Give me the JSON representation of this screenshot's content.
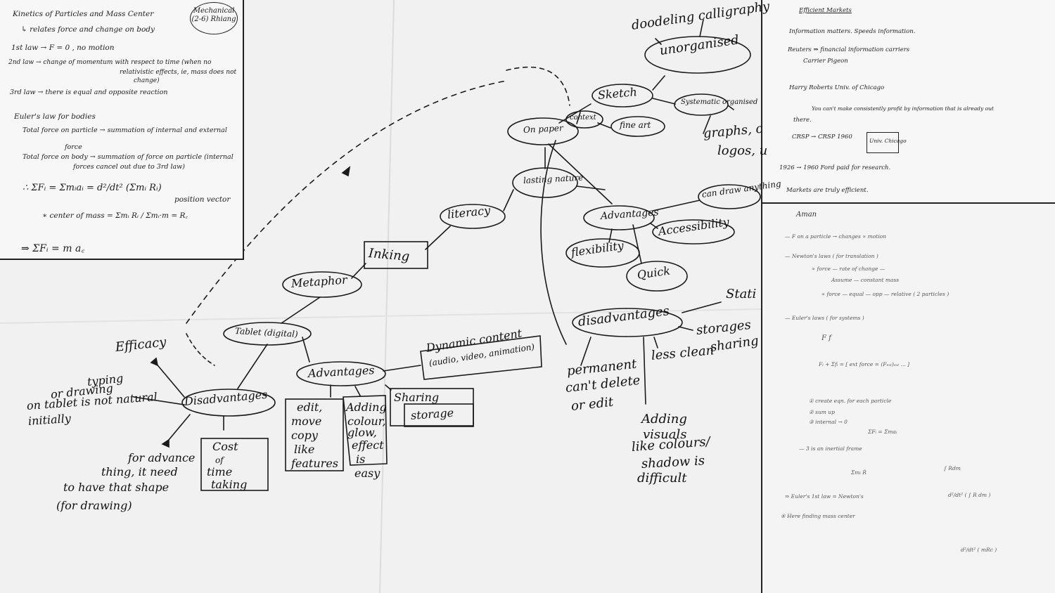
{
  "top_left_note": {
    "badge": "Mechanical (2-6) Rhiang",
    "lines": [
      "Kinetics of Particles and Mass Center",
      "↳ relates force and change on body",
      "1st law → F = 0 , no motion",
      "2nd law → change of momentum with respect to time (when no",
      "relativistic effects, ie, mass does not",
      "change)",
      "3rd law → there is equal and opposite reaction",
      "Euler's law for bodies",
      "Total force on particle → summation of internal and external",
      "force",
      "Total force on body → summation of force on particle (internal",
      "forces cancel out due to 3rd law)",
      "∴ ΣFᵢ = Σmᵢaᵢ = d²/dt² (Σmᵢ Rᵢ)",
      "position vector",
      "∗ center of mass = Σmᵢ Rᵢ / Σmᵢ·m = R꜀",
      "⇒ ΣFᵢ = m a꜀"
    ]
  },
  "top_right_note": {
    "lines": [
      "Efficient Markets",
      "Information matters. Speeds information.",
      "Reuters ⇒ financial information carriers",
      "Carrier Pigeon",
      "Harry Roberts  Univ. of Chicago",
      "You can't make consistently profit by information that is already out",
      "there.",
      "CRSP → CRSP 1960",
      "Univ. Chicago",
      "1926 → 1960  Ford paid for research.",
      "Markets are truly efficient."
    ]
  },
  "bottom_right_note": {
    "lines": [
      "Aman",
      "— F on a particle → changes ∝ motion",
      "— Newton's laws ( for translation )",
      "∝ force — rate of change —",
      "Assume — constant mass",
      "∝ force — equal — opp — relative ( 2 particles )",
      "— Euler's laws ( for systems )",
      "F    f",
      "Fᵢ + Σfᵢ = [ ext force = (Fₑₓₜ)ₑₓₜ ... ]",
      "① create eqn. for each particle",
      "② sum up",
      "③ internal → 0",
      "ΣFᵢ = Σmaᵢ",
      "— 3 is an inertial frame",
      "Σmᵢ Ṙ",
      "∫ Rdm",
      "⇒ Euler's 1st law = Newton's",
      "④ Here finding mass center",
      "d²/dt² ( ∫ R dm )",
      "d²/dt² ( mRc )"
    ]
  },
  "mindmap": {
    "inking": "Inking",
    "metaphor": "Metaphor",
    "tablet_digital": "Tablet (digital)",
    "literacy": "literacy",
    "lasting_nature": "lasting nature",
    "on_paper": "On paper",
    "context": "context",
    "fine_art": "fine art",
    "sketch": "Sketch",
    "unorganised": "unorganised",
    "doodling": "doodeling calligraphy",
    "systematic": "Systematic organised",
    "graphs": "graphs, c",
    "logos": "logos, u",
    "adv_paper": "Advantages",
    "can_draw": "can draw anything",
    "accessibility": "Accessibility",
    "flexibility": "flexibility",
    "quick": "Quick",
    "disadv_paper": "disadvantages",
    "stati": "Stati",
    "storage": "storages",
    "sharing_paper": "sharing",
    "less_clean": "less clean",
    "permanent": "permanent",
    "cant_delete": "can't delete",
    "or_edit": "or edit",
    "adding": "Adding",
    "visuals": "visuals",
    "like_colours": "like colours/",
    "shadow": "shadow is",
    "difficult": "difficult",
    "adv_tablet": "Advantages",
    "dynamic1": "Dynamic content",
    "dynamic2": "(audio, video, animation)",
    "edit": "edit,",
    "move": "move",
    "copy": "copy",
    "like": "like",
    "features": "features",
    "adding_colour": "Adding",
    "colour": "colour,",
    "glow": "glow,",
    "effect": "effect",
    "is": "is",
    "easy": "easy",
    "sharing_tablet": "Sharing",
    "storage_tablet": "storage",
    "disadv_tablet": "Disadvantages",
    "efficacy": "Efficacy",
    "typing1": "typing",
    "typing2": "or drawing",
    "typing3": "on tablet is not natural",
    "typing4": "initially",
    "cost1": "Cost",
    "cost2": "of",
    "cost3": "time",
    "cost4": "taking",
    "adv1": "for advance",
    "adv2": "thing, it need",
    "adv3": "to have that shape",
    "adv4": "(for drawing)"
  }
}
